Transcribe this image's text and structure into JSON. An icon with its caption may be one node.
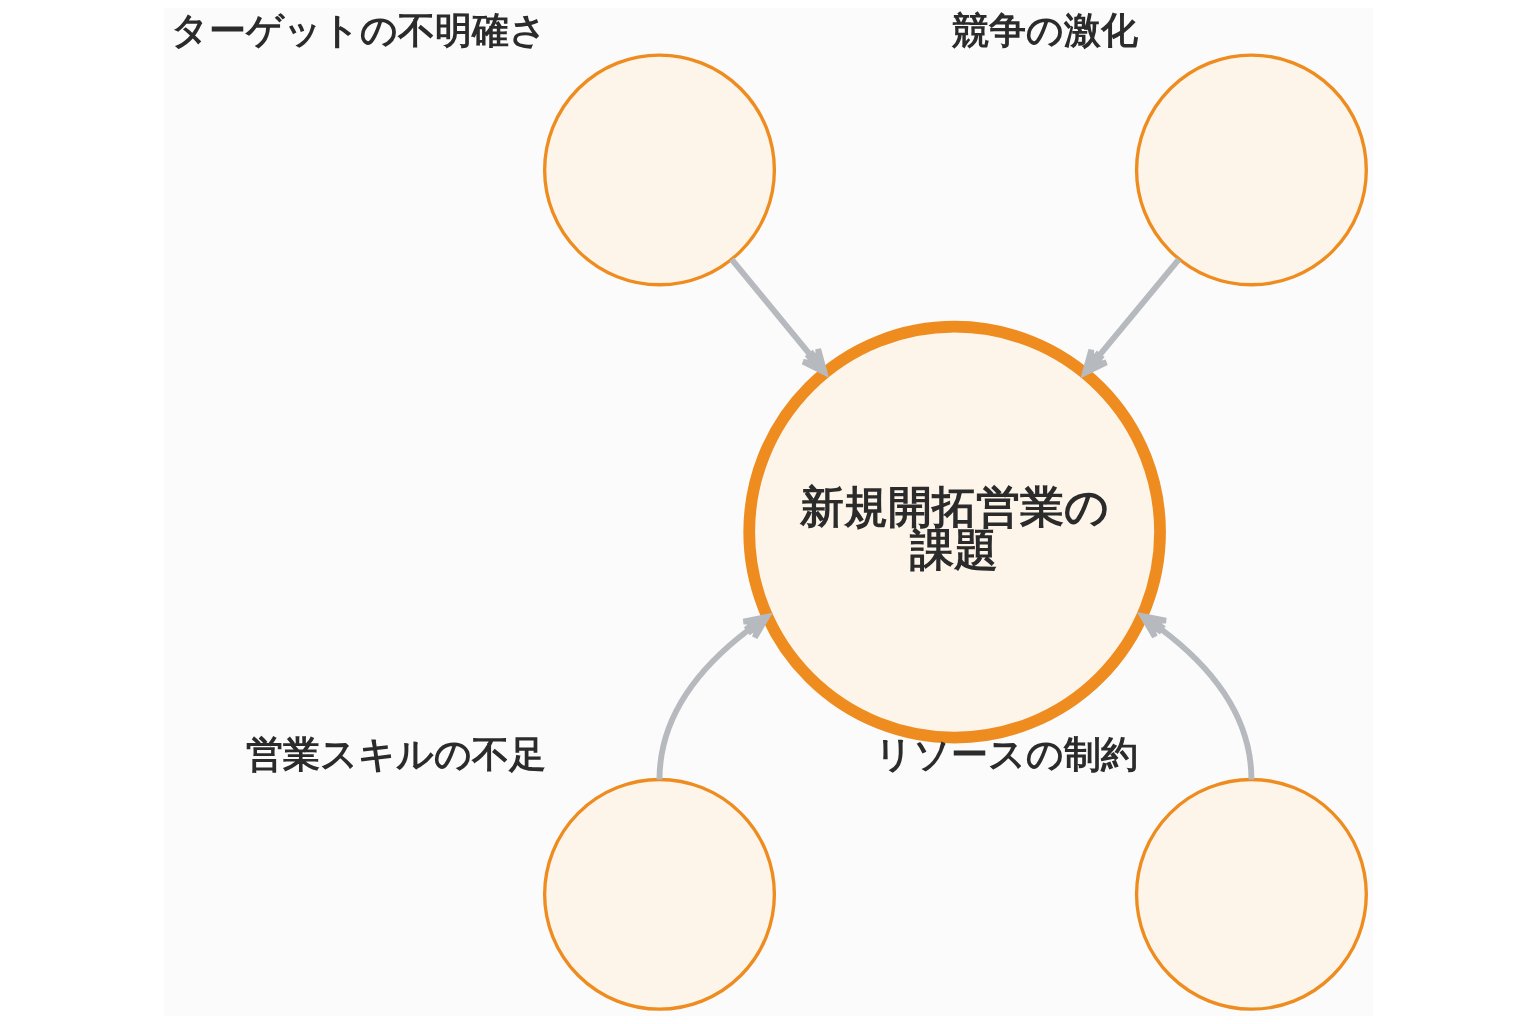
{
  "diagram": {
    "nodes": [
      {
        "text": [
          "ターゲットの不明確さ"
        ]
      },
      {
        "text": [
          "競争の激化"
        ]
      },
      {
        "text": [
          "新規開拓営業の課題"
        ]
      },
      {
        "text": [
          "営業スキルの不足"
        ]
      },
      {
        "text": [
          "リソースの制約"
        ]
      }
    ],
    "edges": [
      {
        "from": 0,
        "to": 2,
        "arrow": "to"
      },
      {
        "from": 1,
        "to": 2,
        "arrow": "to"
      },
      {
        "from": 3,
        "to": 2,
        "arrow": "to"
      },
      {
        "from": 4,
        "to": 2,
        "arrow": "to"
      }
    ]
  }
}
